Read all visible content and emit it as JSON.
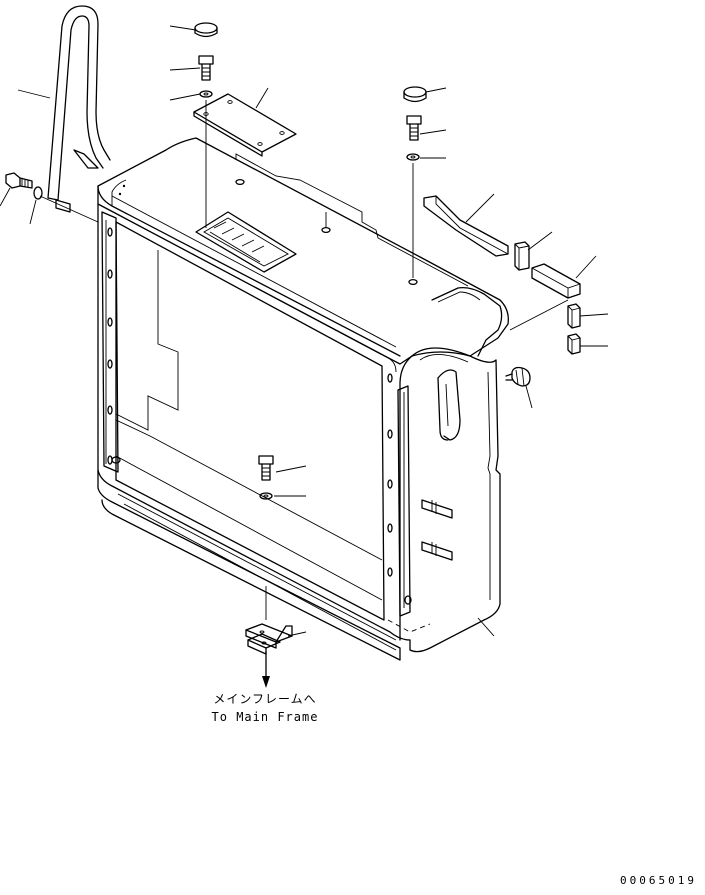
{
  "annotations": {
    "direction_jp": "メインフレームへ",
    "direction_en": "To Main Frame"
  },
  "drawing_number": "00065019",
  "colors": {
    "line": "#000000",
    "background": "#ffffff"
  }
}
